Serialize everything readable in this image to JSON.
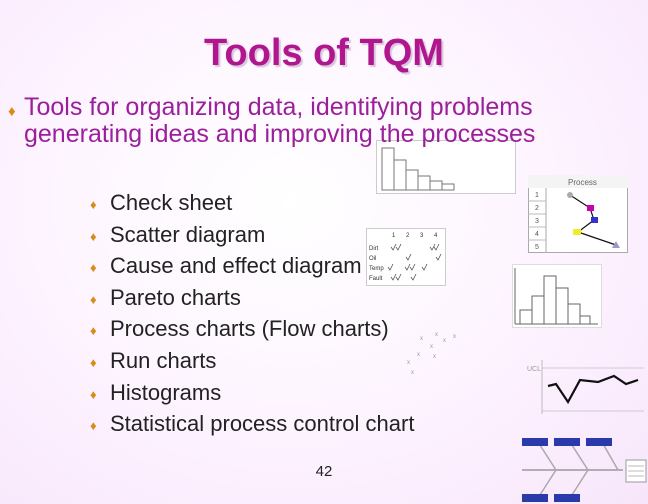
{
  "slide": {
    "title": "Tools of TQM",
    "main_bullet": "Tools for organizing data, identifying problems generating ideas and improving the processes",
    "sub_bullets": [
      "Check sheet",
      "Scatter diagram",
      "Cause and effect diagram",
      "Pareto charts",
      "Process charts (Flow charts)",
      "Run charts",
      "Histograms",
      "Statistical process control chart"
    ],
    "page_number": "42"
  },
  "check_sheet": {
    "columns": [
      "1",
      "2",
      "3",
      "4"
    ],
    "rows": [
      "Dirt",
      "Oil",
      "Temp",
      "Fault"
    ]
  },
  "process_chart": {
    "header": "Process",
    "steps": [
      "1",
      "2",
      "3",
      "4",
      "5"
    ]
  },
  "control_chart": {
    "label": "UCL"
  },
  "colors": {
    "title": "#b0178e",
    "main_text": "#9a1f9a",
    "bullet": "#d98b1a",
    "body_text": "#222222"
  }
}
